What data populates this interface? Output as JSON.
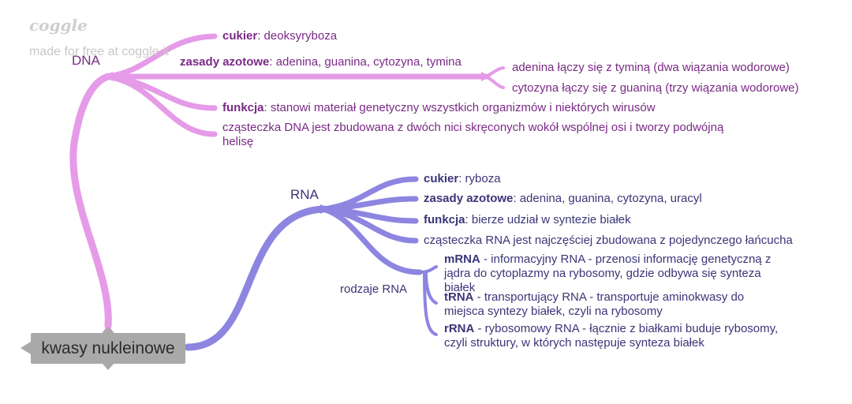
{
  "watermark": {
    "logo": "coggle",
    "tagline": "made for free at coggle.it"
  },
  "root": {
    "label": "kwasy nukleinowe"
  },
  "colors": {
    "dna_branch": "#e59be8",
    "dna_text": "#7a2a86",
    "rna_branch": "#8d85e0",
    "rna_text": "#3b3578",
    "root_box": "#a9a9a9"
  },
  "dna": {
    "label": "DNA",
    "sugar": {
      "term": "cukier",
      "text": ": deoksyryboza"
    },
    "bases": {
      "term": "zasady azotowe",
      "text": ": adenina, guanina, cytozyna, tymina"
    },
    "pairing": [
      "adenina łączy się z tyminą (dwa wiązania wodorowe)",
      "cytozyna łączy się z guaniną (trzy wiązania wodorowe)"
    ],
    "function": {
      "term": "funkcja",
      "text": ": stanowi materiał genetyczny wszystkich organizmów i niektórych wirusów"
    },
    "structure": "cząsteczka DNA jest zbudowana z dwóch nici skręconych wokół wspólnej osi i tworzy podwójną helisę"
  },
  "rna": {
    "label": "RNA",
    "sugar": {
      "term": "cukier",
      "text": ": ryboza"
    },
    "bases": {
      "term": "zasady azotowe",
      "text": ": adenina, guanina, cytozyna, uracyl"
    },
    "function": {
      "term": "funkcja",
      "text": ": bierze udział w syntezie białek"
    },
    "structure": "cząsteczka RNA jest najczęściej zbudowana z pojedynczego łańcucha",
    "types_label": "rodzaje RNA",
    "types": [
      {
        "term": "mRNA",
        "text": " - informacyjny RNA - przenosi informację genetyczną z jądra do cytoplazmy na rybosomy, gdzie odbywa się synteza białek"
      },
      {
        "term": "tRNA",
        "text": " - transportujący RNA - transportuje aminokwasy do miejsca syntezy białek, czyli na rybosomy"
      },
      {
        "term": "rRNA",
        "text": " - rybosomowy RNA - łącznie z białkami buduje rybosomy, czyli struktury, w których następuje synteza białek"
      }
    ]
  }
}
